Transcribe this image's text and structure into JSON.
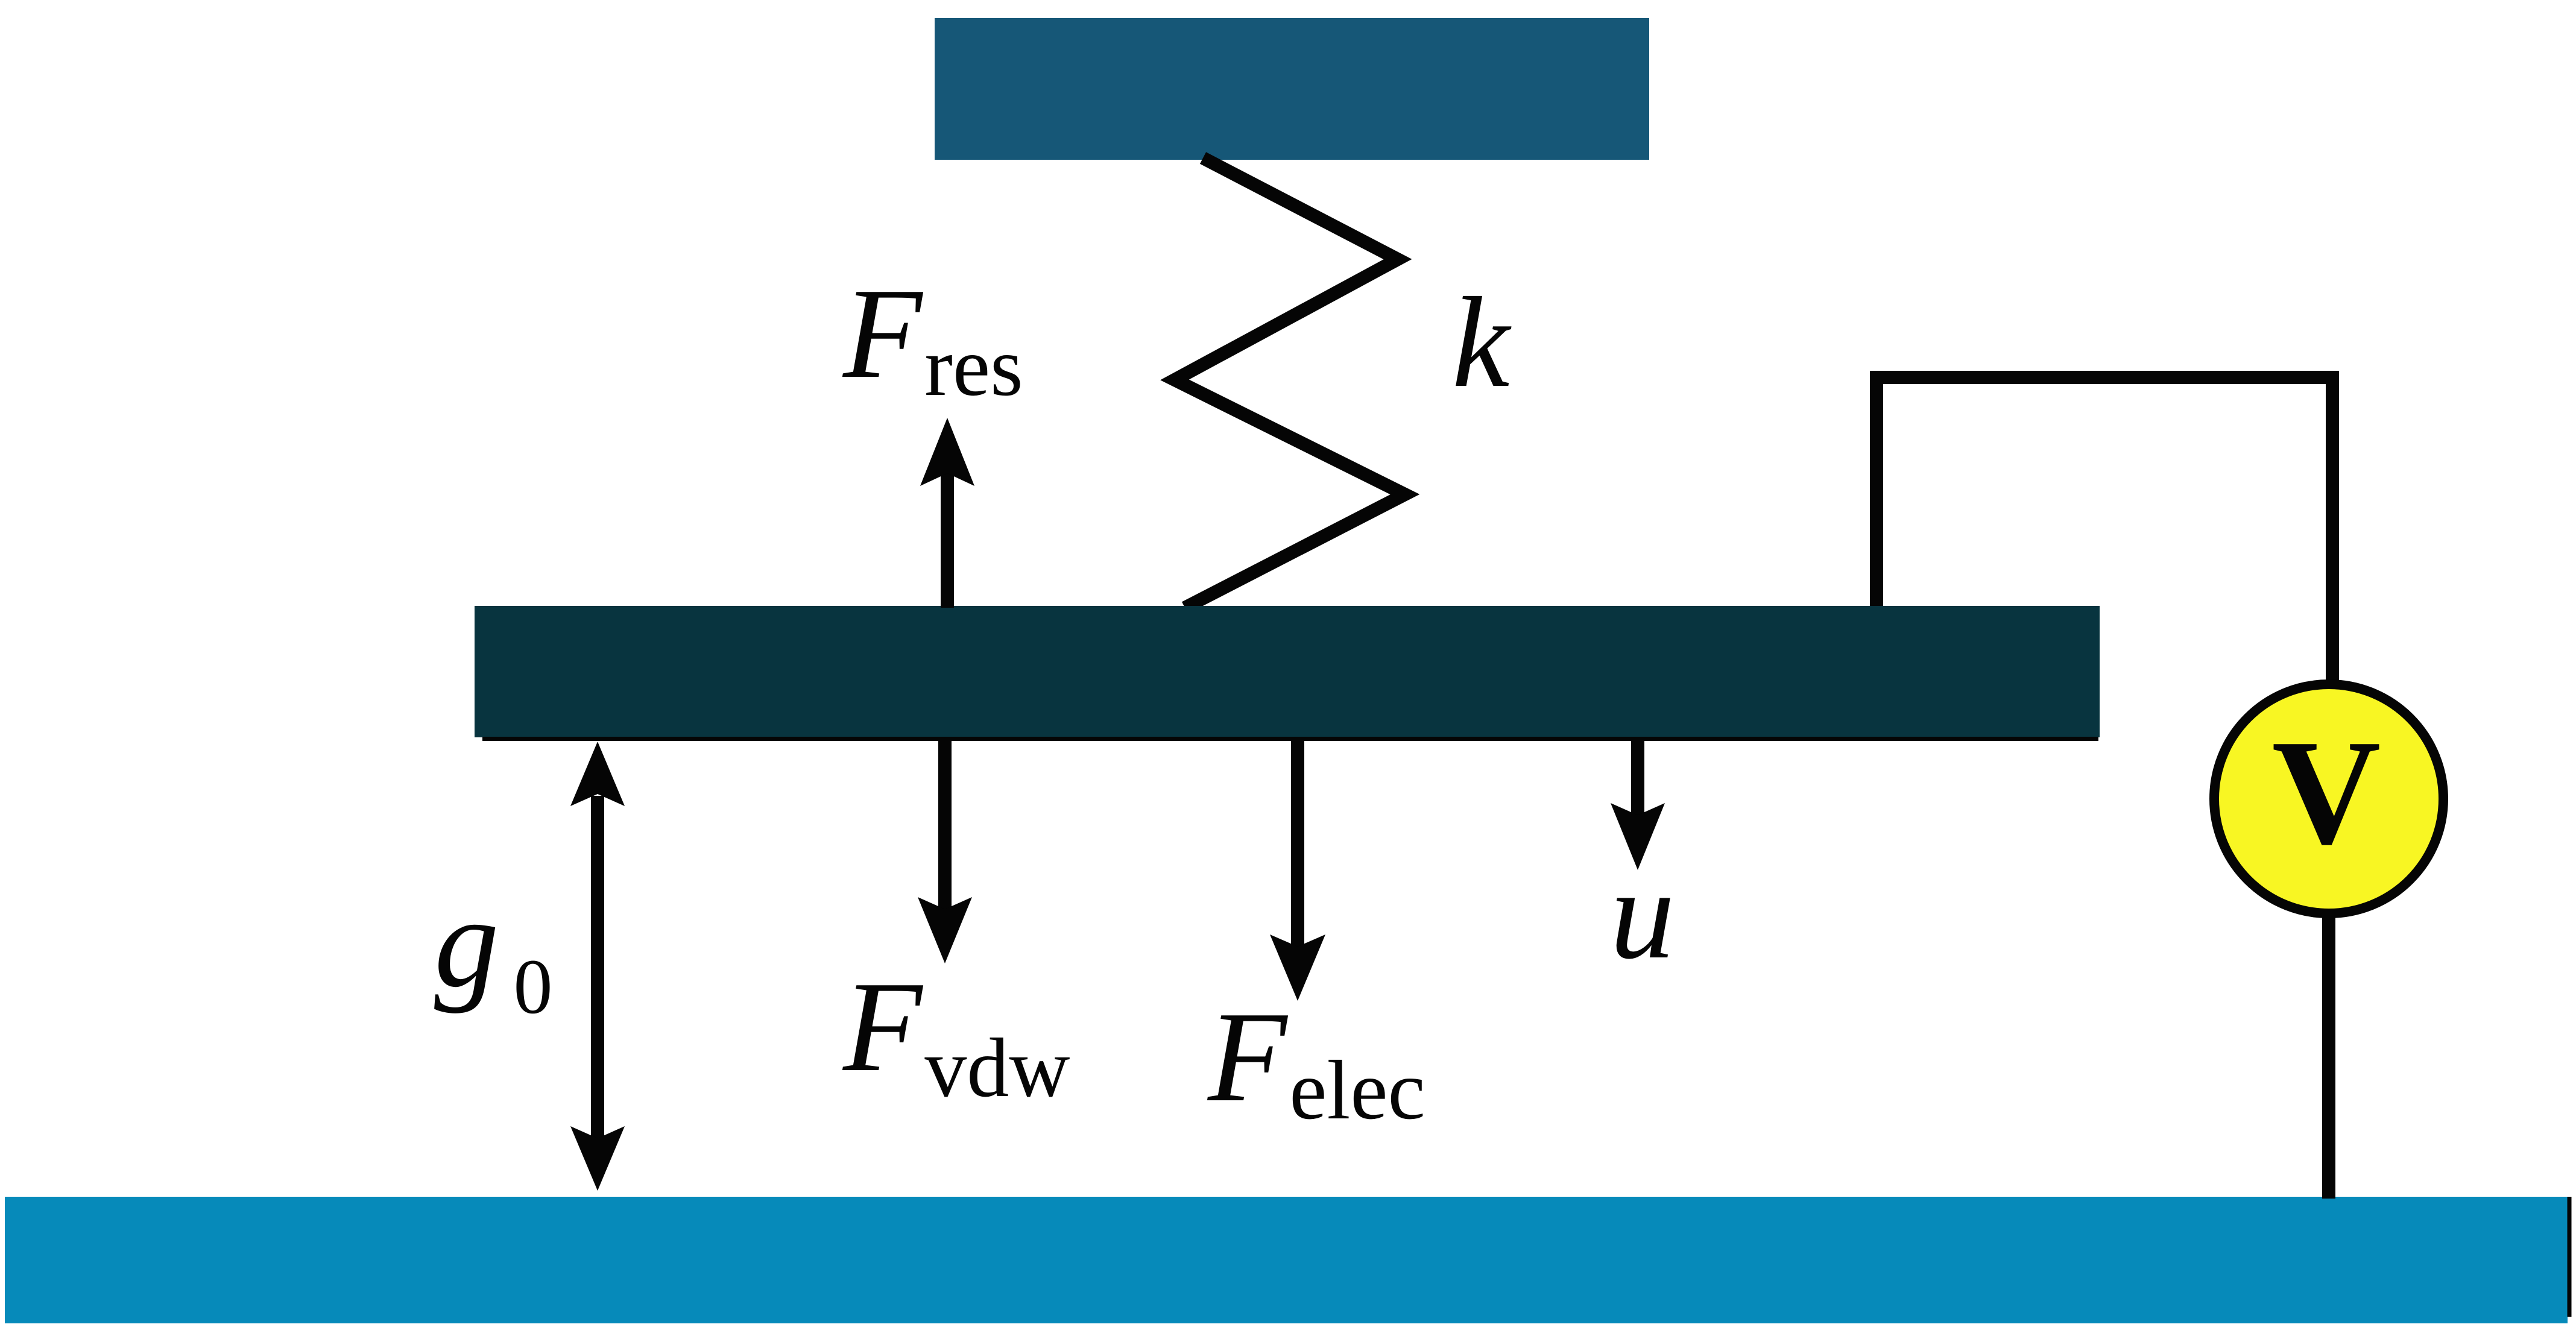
{
  "diagram": {
    "title": "Electrostatically actuated beam with spring suspension",
    "colors": {
      "fixed_anchor": "#165777",
      "movable_beam": "#08343f",
      "substrate": "#068aba",
      "voltmeter_fill": "#f8f623",
      "line": "#050505",
      "background": "#ffffff"
    },
    "components": {
      "fixed_anchor": "fixed anchor plate",
      "movable_beam": "movable beam",
      "substrate": "ground electrode / substrate",
      "spring": "spring",
      "voltage_source": "voltage source"
    },
    "labels": {
      "spring_constant": "k",
      "restoring_force": {
        "main": "F",
        "sub": "res"
      },
      "vdw_force": {
        "main": "F",
        "sub": "vdw"
      },
      "electrostatic_force": {
        "main": "F",
        "sub": "elec"
      },
      "displacement": "u",
      "initial_gap": {
        "main": "g",
        "sub": "0"
      },
      "voltmeter": "V"
    },
    "arrows": [
      {
        "id": "restoring-force",
        "direction": "up"
      },
      {
        "id": "vdw-force",
        "direction": "down"
      },
      {
        "id": "electrostatic-force",
        "direction": "down"
      },
      {
        "id": "displacement",
        "direction": "down"
      },
      {
        "id": "initial-gap",
        "direction": "both"
      }
    ]
  }
}
